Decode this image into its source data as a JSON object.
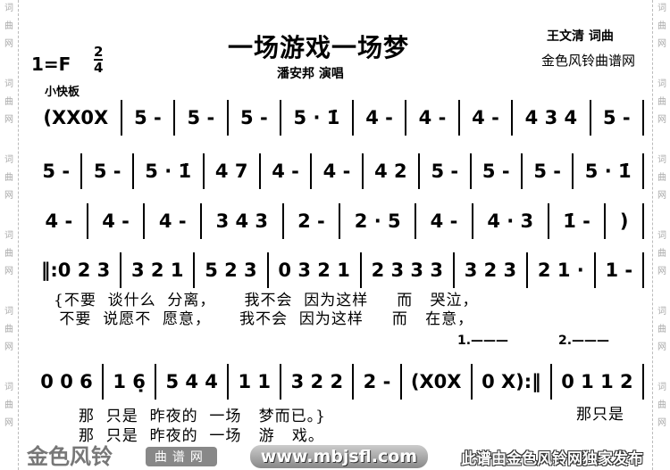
{
  "side_watermark": [
    "词",
    "曲",
    "网"
  ],
  "header": {
    "title": "一场游戏一场梦",
    "singer": "潘安邦  演唱",
    "author": "王文清  词曲",
    "site": "金色风铃曲谱网",
    "key": "1=F",
    "meter_top": "2",
    "meter_bottom": "4",
    "tempo": "小快板"
  },
  "score": {
    "rows": [
      [
        "(XX0X",
        "5 -",
        "5 -",
        "5 -",
        "5 · 1̇",
        "4 -",
        "4 -",
        "4 -",
        "4 3 4",
        "5 -"
      ],
      [
        "5 -",
        "5 -",
        "5 · 1̇",
        "4 7",
        "4 -",
        "4 -",
        "4 2",
        "5 -",
        "5 -",
        "5 -",
        "5 · 1̇"
      ],
      [
        "4 -",
        "4 -",
        "4 -",
        "3 4 3",
        "2 -",
        "2 · 5",
        "4 -",
        "4 · 3",
        "1̇ -",
        ")"
      ],
      [
        "‖:0 2 3",
        "3 2 1",
        "5 2 3",
        "0 3 2 1",
        "2 3 3 3",
        "3 2 3",
        "2 1 ·",
        "1 -"
      ],
      [
        "0 0 6",
        "1 6̣",
        "5 4 4",
        "1 1",
        "3 2 2",
        "2 -",
        "(X0X",
        "0 X):‖",
        "0 1 1 2"
      ]
    ],
    "lyrics": {
      "verse_a1": "{不要  谈什么  分离，     我不会  因为这样     而   哭泣，",
      "verse_a2": " 不要  说愿不  愿意，     我不会  因为这样     而   在意，",
      "verse_b1": "那  只是  昨夜的  一场   梦而已。}",
      "verse_b2": "那  只是  昨夜的  一场   游   戏。",
      "ending": "那只是"
    },
    "volta1": "1.———",
    "volta2": "2.———"
  },
  "watermark": {
    "logo": "金色风铃",
    "logo_sub": "曲谱网",
    "url": "www.mbjsfl.com",
    "notice": "此谱由金色风铃网独家发布"
  }
}
